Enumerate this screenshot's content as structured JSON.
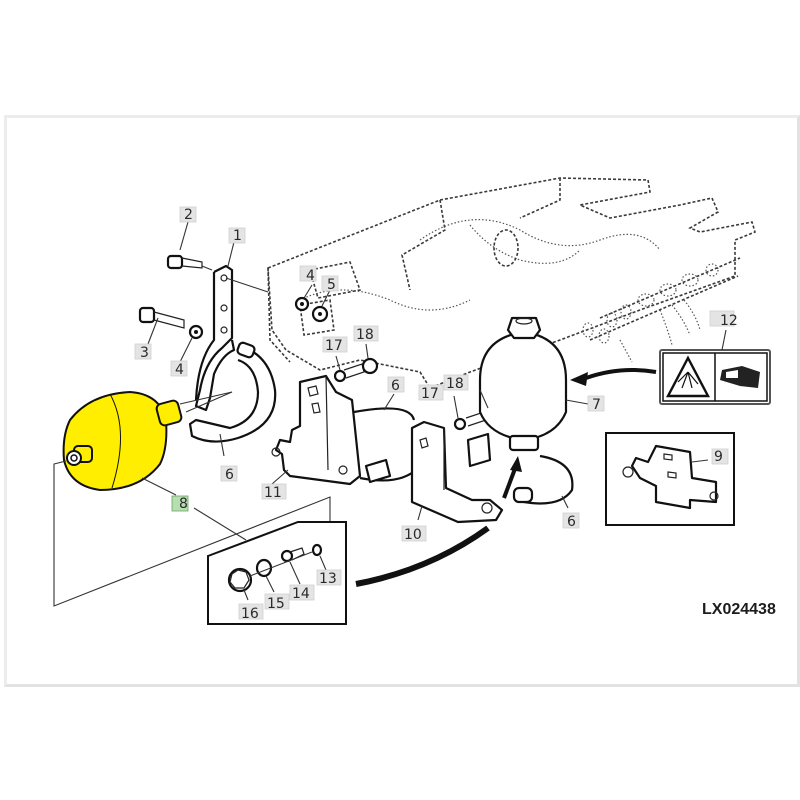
{
  "figure": {
    "reference_code": "LX024438",
    "highlight_color": "#ffee00",
    "highlight_callout_color": "#b8ddb0"
  },
  "callouts": [
    {
      "id": "c1",
      "label": "1"
    },
    {
      "id": "c2",
      "label": "2"
    },
    {
      "id": "c3",
      "label": "3"
    },
    {
      "id": "c4a",
      "label": "4"
    },
    {
      "id": "c4b",
      "label": "4"
    },
    {
      "id": "c5",
      "label": "5"
    },
    {
      "id": "c6a",
      "label": "6"
    },
    {
      "id": "c6b",
      "label": "6"
    },
    {
      "id": "c6c",
      "label": "6"
    },
    {
      "id": "c7",
      "label": "7"
    },
    {
      "id": "c8",
      "label": "8",
      "highlighted": true
    },
    {
      "id": "c9",
      "label": "9"
    },
    {
      "id": "c10",
      "label": "10"
    },
    {
      "id": "c11",
      "label": "11"
    },
    {
      "id": "c12",
      "label": "12"
    },
    {
      "id": "c13",
      "label": "13"
    },
    {
      "id": "c14",
      "label": "14"
    },
    {
      "id": "c15",
      "label": "15"
    },
    {
      "id": "c16",
      "label": "16"
    },
    {
      "id": "c17a",
      "label": "17"
    },
    {
      "id": "c17b",
      "label": "17"
    },
    {
      "id": "c18a",
      "label": "18"
    },
    {
      "id": "c18b",
      "label": "18"
    }
  ],
  "parts": {
    "highlighted_part": "accumulator",
    "warning_decal": [
      "explosion-warning-icon",
      "read-manual-icon"
    ]
  }
}
